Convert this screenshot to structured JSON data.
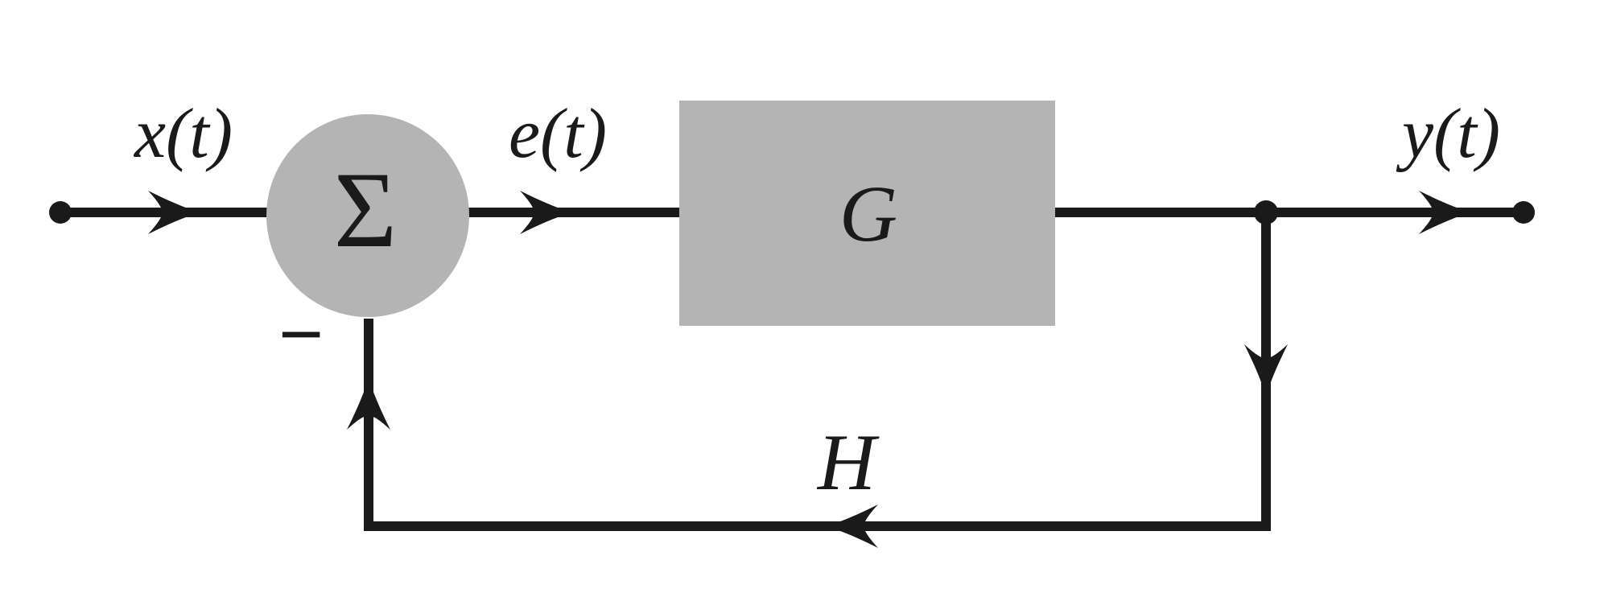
{
  "diagram": {
    "type": "block-diagram",
    "description": "Negative feedback system: input x(t) enters summing junction, error e(t) drives block G, output y(t) is fed back through H with minus sign",
    "colors": {
      "shape_fill": "#b4b4b4",
      "ink": "#1a1a1a",
      "background": "#ffffff"
    },
    "labels": {
      "input_signal": "x(t)",
      "error_signal": "e(t)",
      "output_signal": "y(t)",
      "summing_junction": "Σ",
      "forward_block": "G",
      "feedback_block": "H",
      "feedback_sign": "−"
    }
  }
}
